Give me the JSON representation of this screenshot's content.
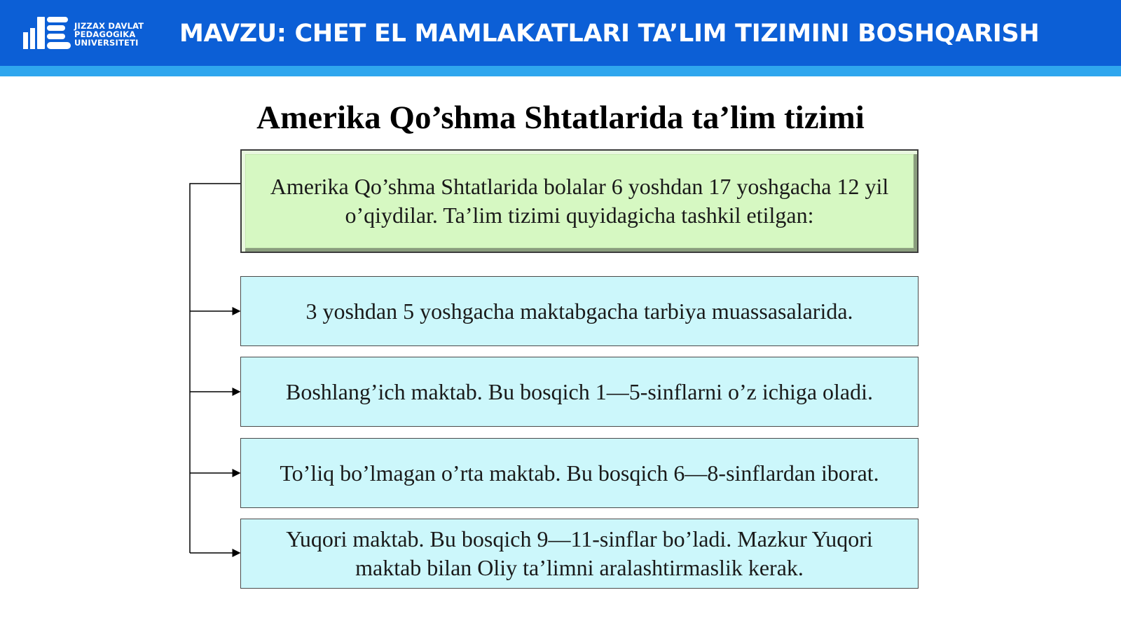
{
  "header": {
    "logo_lines": [
      "JIZZAX DAVLAT",
      "PEDAGOGIKA",
      "UNIVERSITETI"
    ],
    "title": "MAVZU: CHET EL MAMLAKATLARI TA’LIM TIZIMINI BOSHQARISH"
  },
  "slide": {
    "heading": "Amerika Qo’shma Shtatlarida ta’lim tizimi",
    "intro_box": "Amerika Qo’shma Shtatlarida bolalar 6 yoshdan 17 yoshgacha 12 yil o’qiydilar. Ta’lim tizimi quyidagicha tashkil etilgan:",
    "stages": [
      "3 yoshdan 5 yoshgacha maktabgacha tarbiya muassasalarida.",
      "Boshlang’ich maktab. Bu bosqich 1—5-sinflarni o’z ichiga oladi.",
      "To’liq bo’lmagan o’rta maktab. Bu bosqich 6—8-sinflardan iborat.",
      "Yuqori maktab. Bu bosqich 9—11-sinflar bo’ladi. Mazkur Yuqori maktab bilan Oliy ta’limni aralashtirmaslik kerak."
    ]
  },
  "colors": {
    "header_blue": "#0c5fd6",
    "header_stripe": "#2fa6ee",
    "intro_box_fill": "#d6f8c2",
    "stage_box_fill": "#ccf7fb"
  }
}
